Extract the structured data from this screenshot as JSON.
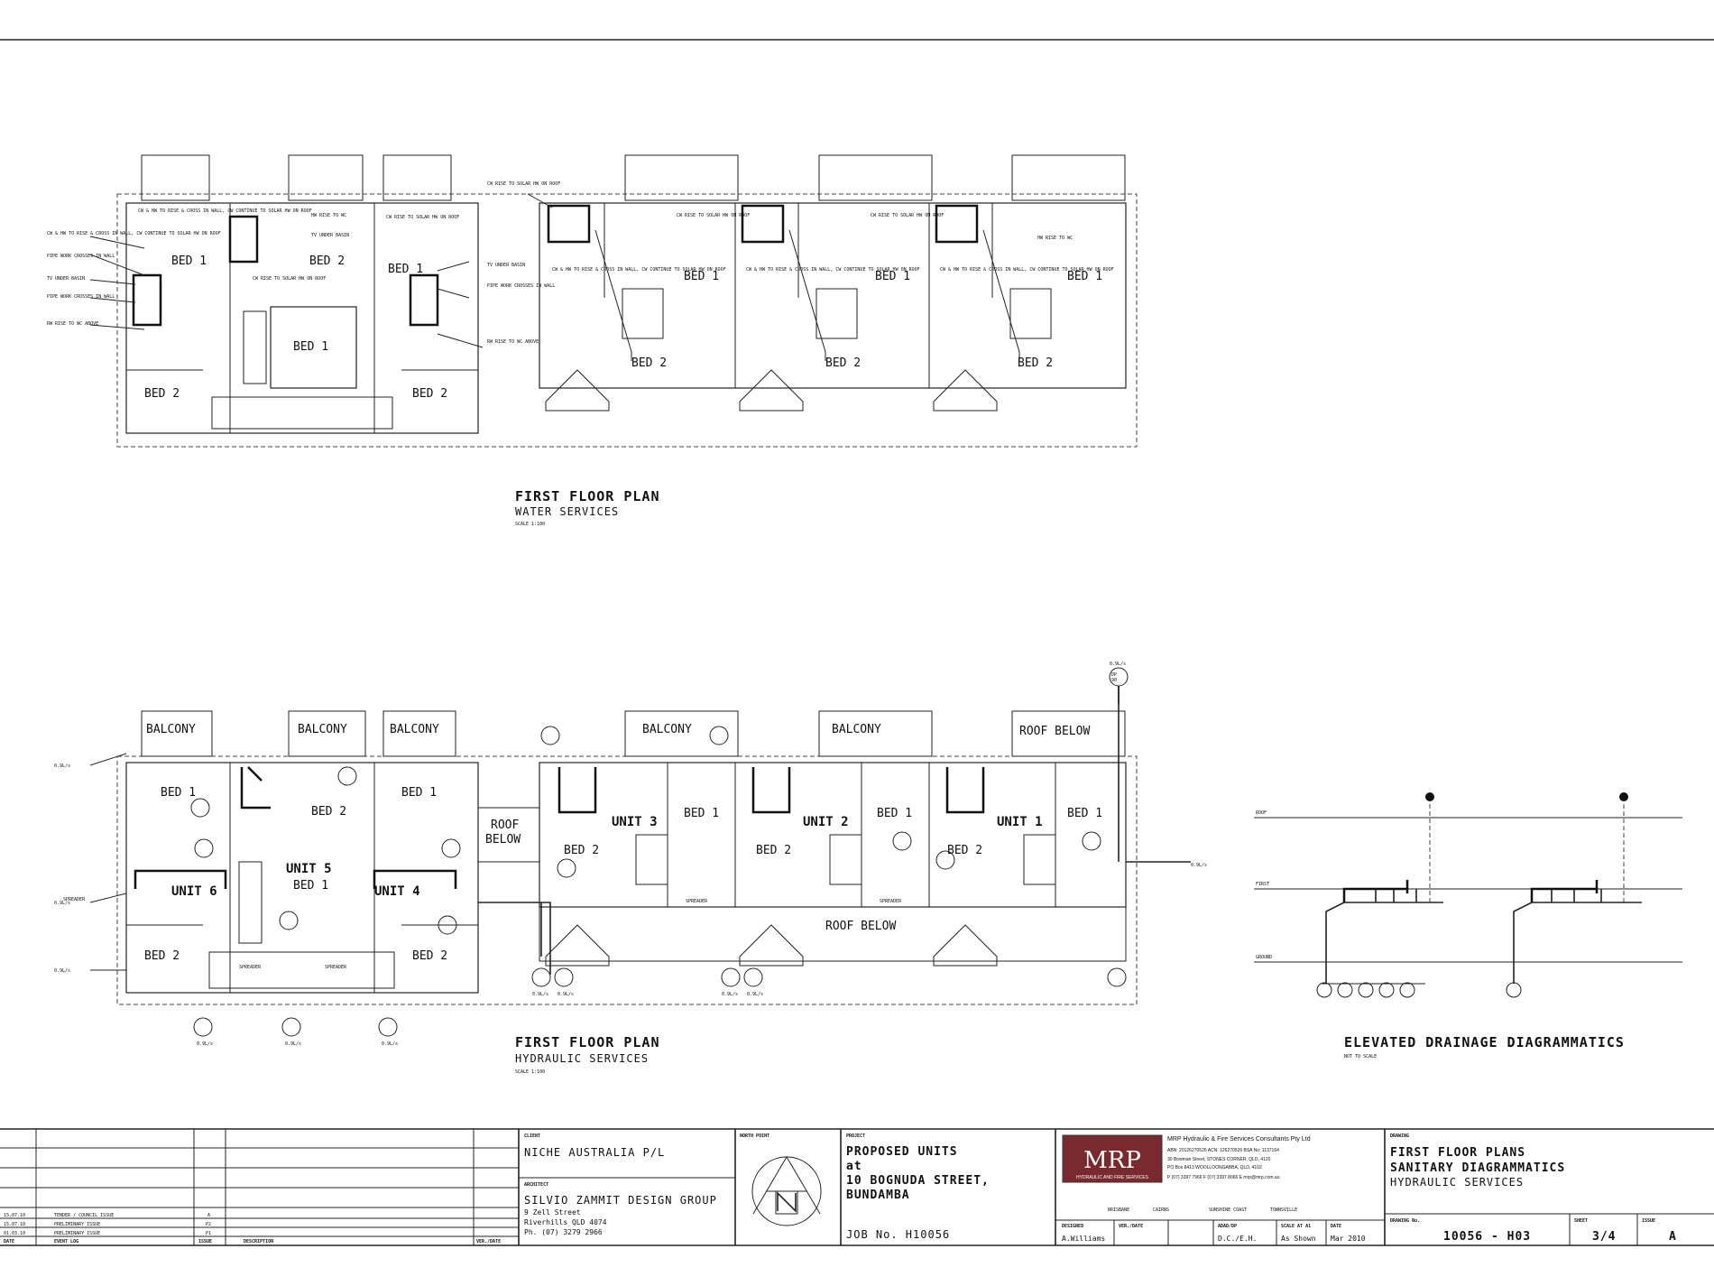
{
  "drawings": {
    "water_plan": {
      "title": "FIRST FLOOR PLAN",
      "subtitle": "WATER SERVICES",
      "scale": "SCALE 1:100"
    },
    "hydraulic_plan": {
      "title": "FIRST FLOOR PLAN",
      "subtitle": "HYDRAULIC SERVICES",
      "scale": "SCALE 1:100"
    },
    "drainage": {
      "title": "ELEVATED DRAINAGE DIAGRAMMATICS",
      "subtitle": "NOT TO SCALE",
      "levels": [
        "ROOF",
        "FIRST",
        "GROUND"
      ]
    }
  },
  "rooms": {
    "bed1": "BED 1",
    "bed2": "BED 2",
    "balcony": "BALCONY",
    "roof_below": "ROOF BELOW",
    "roof": "ROOF",
    "below": "BELOW",
    "unit1": "UNIT 1",
    "unit2": "UNIT 2",
    "unit3": "UNIT 3",
    "unit4": "UNIT 4",
    "unit5": "UNIT 5",
    "unit6": "UNIT 6",
    "spreader": "SPREADER"
  },
  "notes": {
    "cw_hw_rise": "CW & HW TO RISE & CROSS IN WALL, CW CONTINUE TO SOLAR HW ON ROOF",
    "cw_solar": "CW RISE TO SOLAR HW ON ROOF",
    "hw_wc": "HW RISE TO WC",
    "tv_under": "TV UNDER BASIN",
    "pipe_work": "PIPE WORK CROSSES IN WALL",
    "rw_wc_above": "RW RISE TO WC ABOVE",
    "dp": "DP",
    "dp_val": "90",
    "uf": "0.9L/s"
  },
  "title_block": {
    "revisions": [
      {
        "date": "15.07.10",
        "event": "TENDER / COUNCIL ISSUE",
        "issue": "A"
      },
      {
        "date": "15.07.10",
        "event": "PRELIMINARY ISSUE",
        "issue": "P2"
      },
      {
        "date": "01.03.10",
        "event": "PRELIMINARY ISSUE",
        "issue": "P1"
      }
    ],
    "rev_headers": {
      "date": "DATE",
      "event": "EVENT LOG",
      "issue": "ISSUE",
      "description": "DESCRIPTION",
      "ver": "VER./DATE"
    },
    "client_label": "CLIENT",
    "client": "NICHE AUSTRALIA P/L",
    "architect_label": "ARCHITECT",
    "architect": "SILVIO ZAMMIT DESIGN GROUP",
    "architect_address": [
      "9 Zell Street",
      "Riverhills QLD 4074",
      "Ph. (07) 3279 2966"
    ],
    "north_label": "NORTH POINT",
    "project_label": "PROJECT",
    "project": [
      "PROPOSED UNITS",
      "at",
      "10 BOGNUDA STREET,",
      "BUNDAMBA"
    ],
    "job": "JOB No. H10056",
    "firm_logo": "MRP",
    "firm_logo_sub": "HYDRAULIC AND FIRE SERVICES",
    "firm_name": "MRP Hydraulic & Fire Services Consultants Pty Ltd",
    "firm_lines": [
      "ABN: 20126270526  ACN: 126270526  BSA No: 1137164",
      "30 Bowman Street, STONES CORNER, QLD, 4120",
      "PO Box 8413 WOOLLOONGABBA, QLD, 4102",
      "P (07) 3397 7966    F (07) 3397 8066    E mrp@mrp.com.au"
    ],
    "offices": [
      "BRISBANE",
      "CAIRNS",
      "SUNSHINE COAST",
      "TOWNSVILLE"
    ],
    "meta_labels": {
      "designed": "DESIGNED",
      "ver_date": "VER./DATE",
      "drawn": "ADAD/DP",
      "scale": "SCALE AT A1",
      "date": "DATE"
    },
    "meta": {
      "designed": "A.Williams",
      "drawn": "D.C./E.H.",
      "scale": "As Shown",
      "date": "Mar 2010"
    },
    "drawing_label": "DRAWING",
    "drawing_title": [
      "FIRST FLOOR PLANS",
      "SANITARY DIAGRAMMATICS"
    ],
    "drawing_sub": "HYDRAULIC SERVICES",
    "drawing_no_label": "DRAWING No.",
    "drawing_no": "10056 - H03",
    "sheet_label": "SHEET",
    "sheet": "3/4",
    "issue_label": "ISSUE",
    "issue": "A"
  }
}
